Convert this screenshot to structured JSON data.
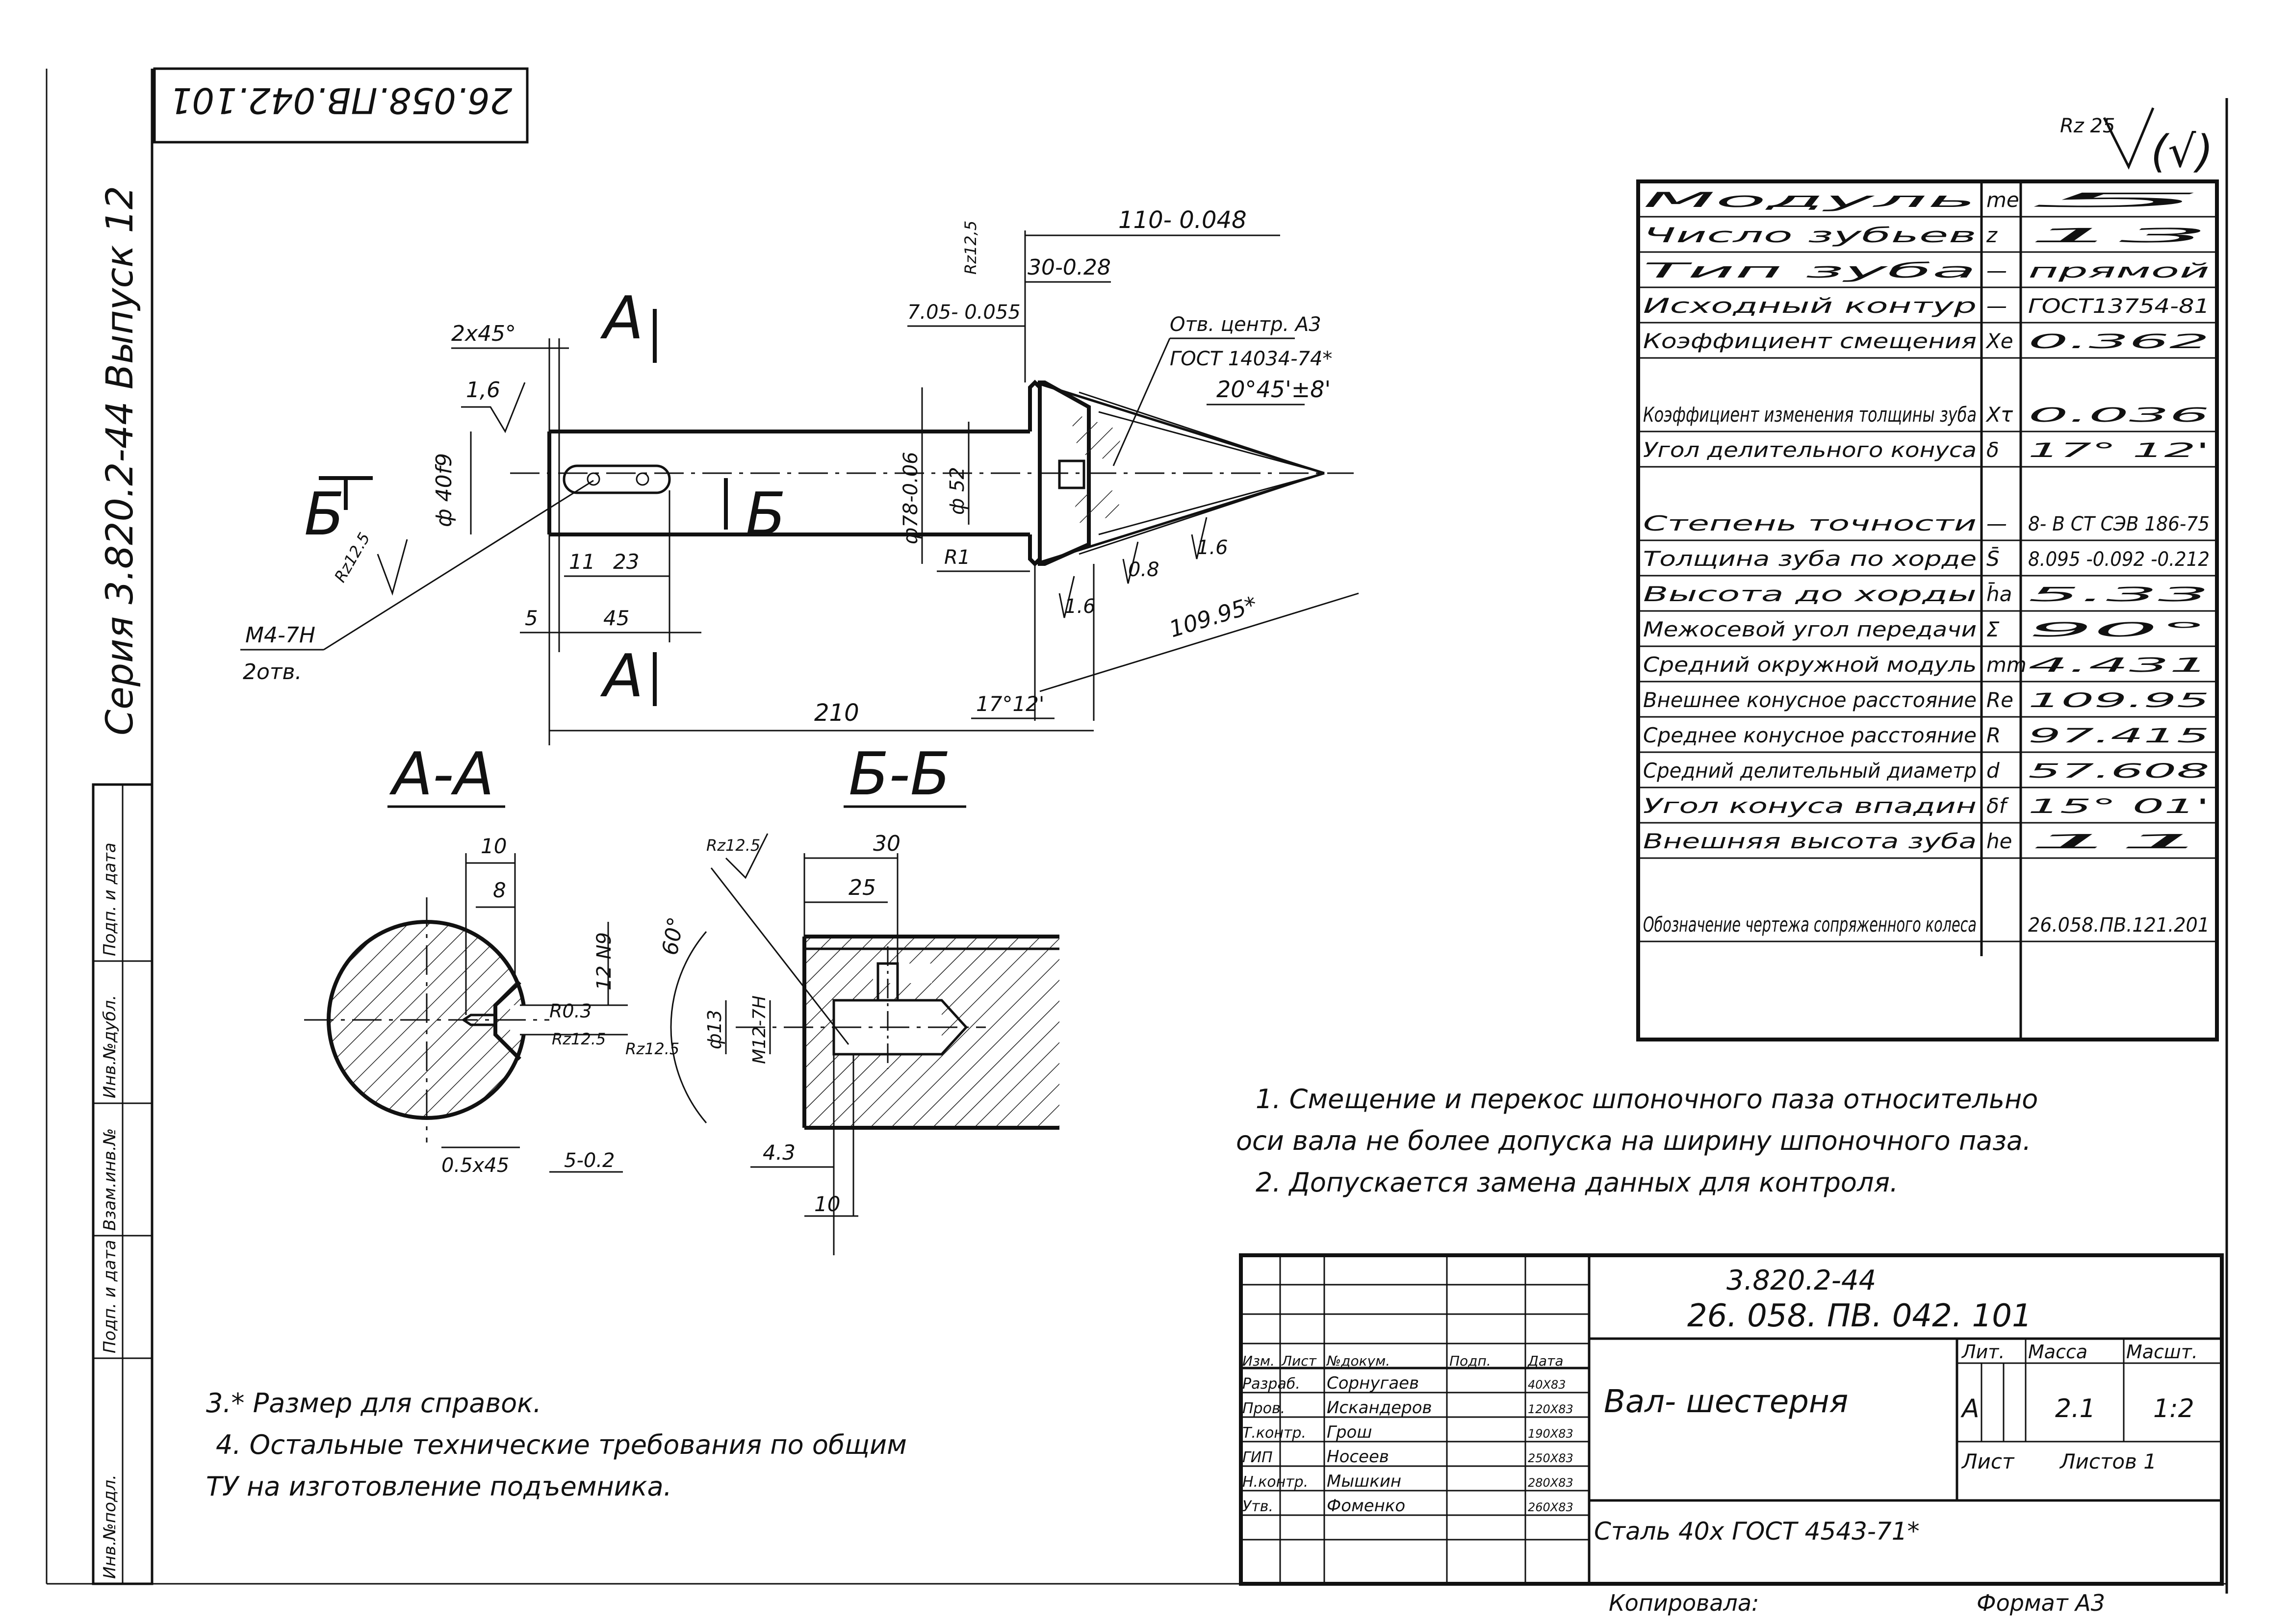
{
  "stamp_rotated": "26.058.ПВ.042.101",
  "series_label": "Серия 3.820.2-44  Выпуск 12",
  "side_stamp_cells": [
    "Инв.№подл.",
    "Подп. и дата",
    "Взам.инв.№",
    "Инв.№дубл.",
    "Подп. и дата"
  ],
  "roughness_general": "Rz 25",
  "roughness_general_extra": "(√)",
  "main_view": {
    "dims": {
      "d110": "110- 0.048",
      "d30": "30-0.28",
      "d705": "7.05- 0.055",
      "chamfer": "2x45°",
      "r16a": "1,6",
      "phi40": "ф 40f9",
      "phi78": "ф78-0.06",
      "phi52": "ф 52",
      "r1": "R1",
      "d11": "11",
      "d23": "23",
      "d5": "5",
      "d45": "45",
      "d210": "210",
      "d10995": "109.95*",
      "a1712": "17°12'",
      "r08": "0.8",
      "r16b": "1.6",
      "r16c": "1.6",
      "rz125": "Rz12.5",
      "rz125b": "Rz12,5",
      "thread": "M4-7H",
      "thread_qty": "2отв.",
      "center_hole1": "Отв. центр. А3",
      "center_hole2": "ГОСТ 14034-74*",
      "angle": "20°45'±8'"
    },
    "section_marks": {
      "A": "А",
      "B": "Б"
    }
  },
  "section_aa": {
    "title": "А-А",
    "dims": {
      "d10": "10",
      "d8": "8",
      "d12n9": "12 N9",
      "r03": "R0.3",
      "rz125": "Rz12.5",
      "rz125b": "Rz12.5",
      "d05x45": "0.5x45",
      "d502": "5-0.2"
    }
  },
  "section_bb": {
    "title": "Б-Б",
    "dims": {
      "rz125": "Rz12.5",
      "d30": "30",
      "d25": "25",
      "a60": "60°",
      "phi13": "ф13",
      "m12": "M12-7H",
      "d43": "4.3",
      "d10": "10"
    }
  },
  "params_table": [
    {
      "name": "Модуль",
      "symbol": "me",
      "value": "5"
    },
    {
      "name": "Число зубьев",
      "symbol": "z",
      "value": "13"
    },
    {
      "name": "Тип зуба",
      "symbol": "—",
      "value": "прямой"
    },
    {
      "name": "Исходный контур",
      "symbol": "—",
      "value": "ГОСТ13754-81"
    },
    {
      "name": "Коэффициент смещения",
      "symbol": "Xe",
      "value": "0.362"
    },
    {
      "name": "Коэффициент изменения толщины зуба",
      "symbol": "Xτ",
      "value": "0.036"
    },
    {
      "name": "Угол делительного конуса",
      "symbol": "δ",
      "value": "17° 12'"
    },
    {
      "name": "Степень точности",
      "symbol": "—",
      "value": "8- В СТ СЭВ 186-75"
    },
    {
      "name": "Толщина зуба по хорде",
      "symbol": "S̄",
      "value": "8.095 -0.092 -0.212"
    },
    {
      "name": "Высота до хорды",
      "symbol": "h̄a",
      "value": "5.33"
    },
    {
      "name": "Межосевой угол передачи",
      "symbol": "Σ",
      "value": "90°"
    },
    {
      "name": "Средний окружной модуль",
      "symbol": "mm",
      "value": "4.431"
    },
    {
      "name": "Внешнее конусное расстояние",
      "symbol": "Re",
      "value": "109.95"
    },
    {
      "name": "Среднее конусное расстояние",
      "symbol": "R",
      "value": "97.415"
    },
    {
      "name": "Средний делительный диаметр",
      "symbol": "d",
      "value": "57.608"
    },
    {
      "name": "Угол конуса впадин",
      "symbol": "δf",
      "value": "15° 01'"
    },
    {
      "name": "Внешняя высота зуба",
      "symbol": "he",
      "value": "11"
    },
    {
      "name": "Обозначение чертежа сопряженного колеса",
      "symbol": "",
      "value": "26.058.ПВ.121.201"
    }
  ],
  "notes_top": [
    "1. Смещение и перекос шпоночного паза относительно",
    "оси вала не более допуска на ширину шпоночного паза.",
    "2. Допускается замена данных для контроля."
  ],
  "notes_bottom": [
    "3.* Размер для справок.",
    "4. Остальные технические требования по общим",
    "ТУ на изготовление подъемника."
  ],
  "title_block": {
    "code1": "3.820.2-44",
    "code2": "26. 058. ПВ. 042. 101",
    "name": "Вал- шестерня",
    "material": "Сталь 40х ГОСТ 4543-71*",
    "lit_label": "Лит.",
    "mass_label": "Масса",
    "scale_label": "Масшт.",
    "lit": "А",
    "mass": "2.1",
    "scale": "1:2",
    "sheet_label": "Лист",
    "sheets_label": "Листов 1",
    "col_headers": [
      "Изм.",
      "Лист",
      "№докум.",
      "Подп.",
      "Дата"
    ],
    "people": [
      {
        "role": "Разраб.",
        "name": "Сорнугаев",
        "date": "40Х83"
      },
      {
        "role": "Пров.",
        "name": "Искандеров",
        "date": "120Х83"
      },
      {
        "role": "Т.контр.",
        "name": "Грош",
        "date": "190Х83"
      },
      {
        "role": "ГИП",
        "name": "Носеев",
        "date": "250Х83"
      },
      {
        "role": "Н.контр.",
        "name": "Мышкин",
        "date": "280Х83"
      },
      {
        "role": "Утв.",
        "name": "Фоменко",
        "date": "260Х83"
      }
    ],
    "copied": "Копировала:",
    "format": "Формат А3"
  }
}
